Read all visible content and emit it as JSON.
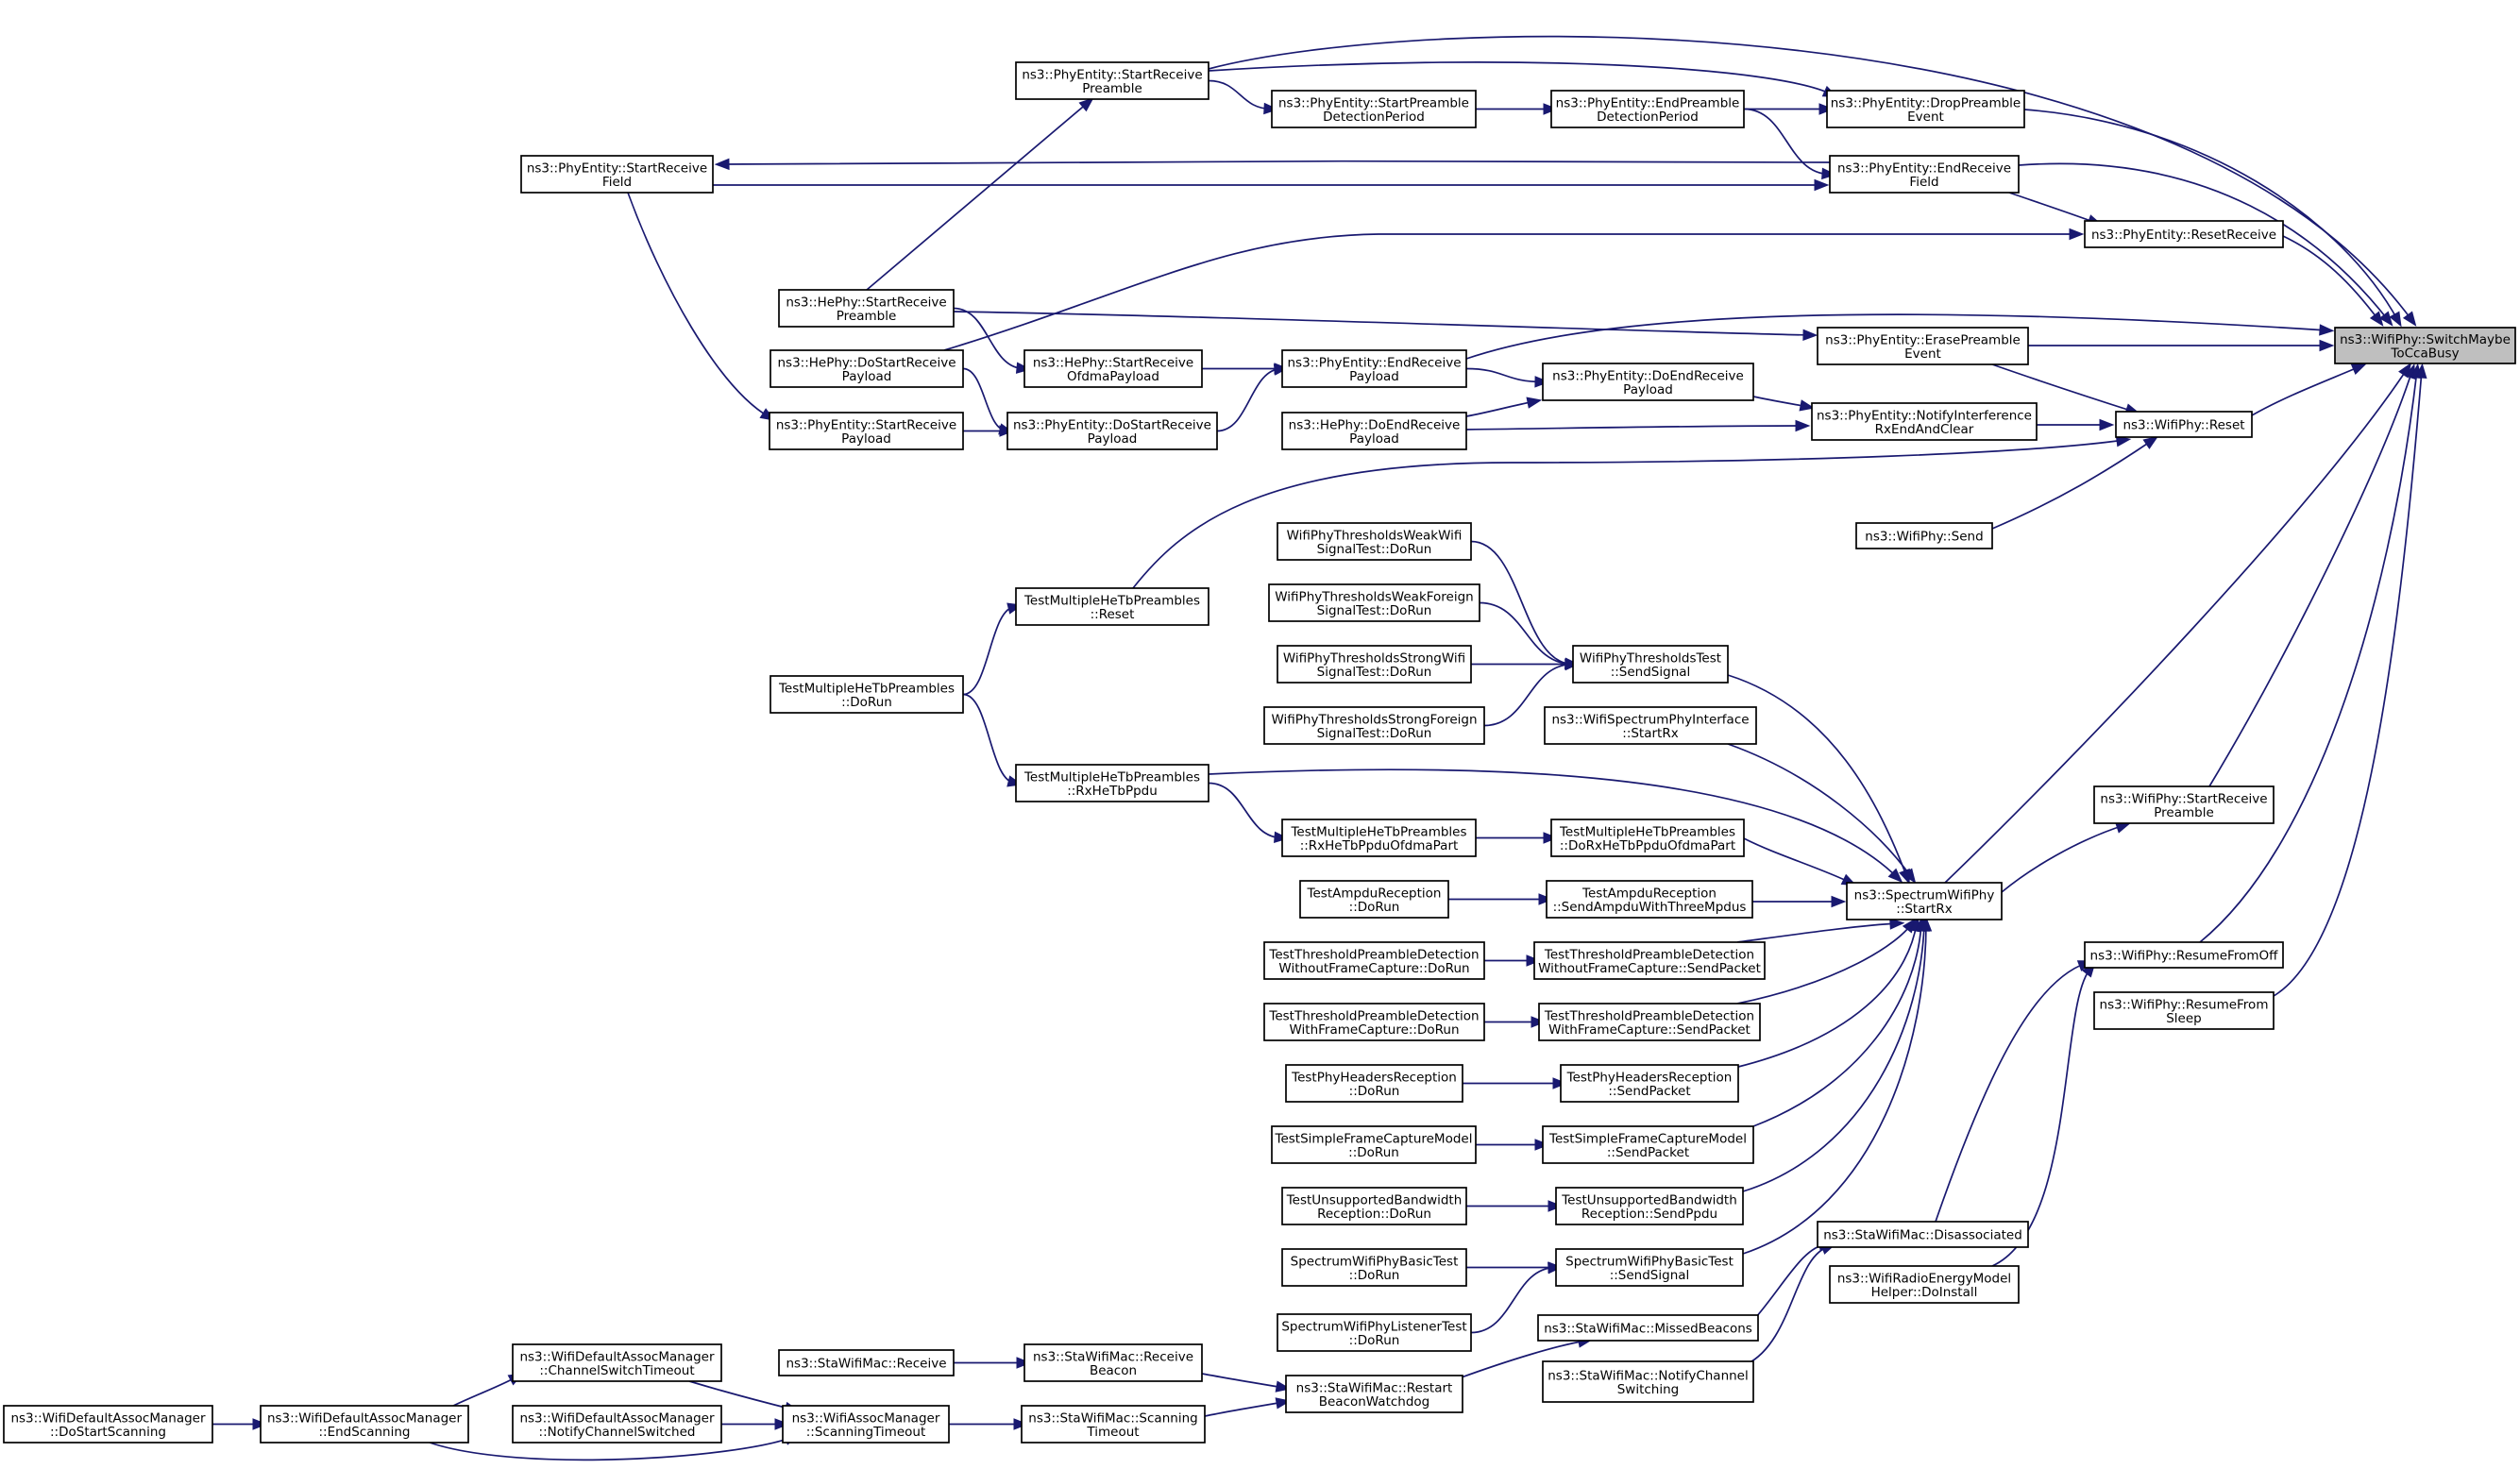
{
  "nodes": [
    {
      "id": "root",
      "lines": [
        "ns3::WifiPhy::SwitchMaybe",
        "ToCcaBusy"
      ]
    },
    {
      "id": "n_pe_startrecvpreamble",
      "lines": [
        "ns3::PhyEntity::StartReceive",
        "Preamble"
      ]
    },
    {
      "id": "n_pe_startpreambledet",
      "lines": [
        "ns3::PhyEntity::StartPreamble",
        "DetectionPeriod"
      ]
    },
    {
      "id": "n_pe_endpreambledet",
      "lines": [
        "ns3::PhyEntity::EndPreamble",
        "DetectionPeriod"
      ]
    },
    {
      "id": "n_pe_droppreamble",
      "lines": [
        "ns3::PhyEntity::DropPreamble",
        "Event"
      ]
    },
    {
      "id": "n_pe_startrecvfield",
      "lines": [
        "ns3::PhyEntity::StartReceive",
        "Field"
      ]
    },
    {
      "id": "n_pe_endrecvfield",
      "lines": [
        "ns3::PhyEntity::EndReceive",
        "Field"
      ]
    },
    {
      "id": "n_pe_resetreceive",
      "lines": [
        "ns3::PhyEntity::ResetReceive"
      ]
    },
    {
      "id": "n_he_startrecvpreamble",
      "lines": [
        "ns3::HePhy::StartReceive",
        "Preamble"
      ]
    },
    {
      "id": "n_pe_erasepreamble",
      "lines": [
        "ns3::PhyEntity::ErasePreamble",
        "Event"
      ]
    },
    {
      "id": "n_he_dostartrecvpayload",
      "lines": [
        "ns3::HePhy::DoStartReceive",
        "Payload"
      ]
    },
    {
      "id": "n_he_startrecvofdma",
      "lines": [
        "ns3::HePhy::StartReceive",
        "OfdmaPayload"
      ]
    },
    {
      "id": "n_pe_endrecvpayload",
      "lines": [
        "ns3::PhyEntity::EndReceive",
        "Payload"
      ]
    },
    {
      "id": "n_pe_doendrecvpayload",
      "lines": [
        "ns3::PhyEntity::DoEndReceive",
        "Payload"
      ]
    },
    {
      "id": "n_pe_startrecvpayload",
      "lines": [
        "ns3::PhyEntity::StartReceive",
        "Payload"
      ]
    },
    {
      "id": "n_pe_dostartrecvpayload",
      "lines": [
        "ns3::PhyEntity::DoStartReceive",
        "Payload"
      ]
    },
    {
      "id": "n_he_doendrecvpayload",
      "lines": [
        "ns3::HePhy::DoEndReceive",
        "Payload"
      ]
    },
    {
      "id": "n_pe_notifyinterference",
      "lines": [
        "ns3::PhyEntity::NotifyInterference",
        "RxEndAndClear"
      ]
    },
    {
      "id": "n_wp_reset",
      "lines": [
        "ns3::WifiPhy::Reset"
      ]
    },
    {
      "id": "n_wp_send",
      "lines": [
        "ns3::WifiPhy::Send"
      ]
    },
    {
      "id": "n_tmhp_reset",
      "lines": [
        "TestMultipleHeTbPreambles",
        "::Reset"
      ]
    },
    {
      "id": "n_tmhp_dorun",
      "lines": [
        "TestMultipleHeTbPreambles",
        "::DoRun"
      ]
    },
    {
      "id": "n_tmhp_rxhetbppdu",
      "lines": [
        "TestMultipleHeTbPreambles",
        "::RxHeTbPpdu"
      ]
    },
    {
      "id": "n_wptwws_dorun",
      "lines": [
        "WifiPhyThresholdsWeakWifi",
        "SignalTest::DoRun"
      ]
    },
    {
      "id": "n_wptwfs_dorun",
      "lines": [
        "WifiPhyThresholdsWeakForeign",
        "SignalTest::DoRun"
      ]
    },
    {
      "id": "n_wptsws_dorun",
      "lines": [
        "WifiPhyThresholdsStrongWifi",
        "SignalTest::DoRun"
      ]
    },
    {
      "id": "n_wptsfs_dorun",
      "lines": [
        "WifiPhyThresholdsStrongForeign",
        "SignalTest::DoRun"
      ]
    },
    {
      "id": "n_wpt_sendsignal",
      "lines": [
        "WifiPhyThresholdsTest",
        "::SendSignal"
      ]
    },
    {
      "id": "n_wspi_startrx",
      "lines": [
        "ns3::WifiSpectrumPhyInterface",
        "::StartRx"
      ]
    },
    {
      "id": "n_tmhp_rxofdmapart",
      "lines": [
        "TestMultipleHeTbPreambles",
        "::RxHeTbPpduOfdmaPart"
      ]
    },
    {
      "id": "n_tmhp_dorxofdmapart",
      "lines": [
        "TestMultipleHeTbPreambles",
        "::DoRxHeTbPpduOfdmaPart"
      ]
    },
    {
      "id": "n_tar_dorun",
      "lines": [
        "TestAmpduReception",
        "::DoRun"
      ]
    },
    {
      "id": "n_tar_sendampdu",
      "lines": [
        "TestAmpduReception",
        "::SendAmpduWithThreeMpdus"
      ]
    },
    {
      "id": "n_swp_startrx",
      "lines": [
        "ns3::SpectrumWifiPhy",
        "::StartRx"
      ]
    },
    {
      "id": "n_wp_startrecvpreamble",
      "lines": [
        "ns3::WifiPhy::StartReceive",
        "Preamble"
      ]
    },
    {
      "id": "n_ttpdwo_dorun",
      "lines": [
        "TestThresholdPreambleDetection",
        "WithoutFrameCapture::DoRun"
      ]
    },
    {
      "id": "n_ttpdwo_send",
      "lines": [
        "TestThresholdPreambleDetection",
        "WithoutFrameCapture::SendPacket"
      ]
    },
    {
      "id": "n_wp_resumefromoff",
      "lines": [
        "ns3::WifiPhy::ResumeFromOff"
      ]
    },
    {
      "id": "n_wp_resumefromsleep",
      "lines": [
        "ns3::WifiPhy::ResumeFrom",
        "Sleep"
      ]
    },
    {
      "id": "n_ttpdw_dorun",
      "lines": [
        "TestThresholdPreambleDetection",
        "WithFrameCapture::DoRun"
      ]
    },
    {
      "id": "n_ttpdw_send",
      "lines": [
        "TestThresholdPreambleDetection",
        "WithFrameCapture::SendPacket"
      ]
    },
    {
      "id": "n_tphr_dorun",
      "lines": [
        "TestPhyHeadersReception",
        "::DoRun"
      ]
    },
    {
      "id": "n_tphr_send",
      "lines": [
        "TestPhyHeadersReception",
        "::SendPacket"
      ]
    },
    {
      "id": "n_tsfcm_dorun",
      "lines": [
        "TestSimpleFrameCaptureModel",
        "::DoRun"
      ]
    },
    {
      "id": "n_tsfcm_send",
      "lines": [
        "TestSimpleFrameCaptureModel",
        "::SendPacket"
      ]
    },
    {
      "id": "n_tubr_dorun",
      "lines": [
        "TestUnsupportedBandwidth",
        "Reception::DoRun"
      ]
    },
    {
      "id": "n_tubr_sendppdu",
      "lines": [
        "TestUnsupportedBandwidth",
        "Reception::SendPpdu"
      ]
    },
    {
      "id": "n_swpbt_dorun",
      "lines": [
        "SpectrumWifiPhyBasicTest",
        "::DoRun"
      ]
    },
    {
      "id": "n_swpbt_sendsignal",
      "lines": [
        "SpectrumWifiPhyBasicTest",
        "::SendSignal"
      ]
    },
    {
      "id": "n_swplt_dorun",
      "lines": [
        "SpectrumWifiPhyListenerTest",
        "::DoRun"
      ]
    },
    {
      "id": "n_swm_disassociated",
      "lines": [
        "ns3::StaWifiMac::Disassociated"
      ]
    },
    {
      "id": "n_wrem_doinstall",
      "lines": [
        "ns3::WifiRadioEnergyModel",
        "Helper::DoInstall"
      ]
    },
    {
      "id": "n_swm_missedbeacons",
      "lines": [
        "ns3::StaWifiMac::MissedBeacons"
      ]
    },
    {
      "id": "n_swm_notifychannel",
      "lines": [
        "ns3::StaWifiMac::NotifyChannel",
        "Switching"
      ]
    },
    {
      "id": "n_swm_receive",
      "lines": [
        "ns3::StaWifiMac::Receive"
      ]
    },
    {
      "id": "n_swm_receivebeacon",
      "lines": [
        "ns3::StaWifiMac::Receive",
        "Beacon"
      ]
    },
    {
      "id": "n_swm_restartbeacon",
      "lines": [
        "ns3::StaWifiMac::Restart",
        "BeaconWatchdog"
      ]
    },
    {
      "id": "n_wdam_chswitchtimeout",
      "lines": [
        "ns3::WifiDefaultAssocManager",
        "::ChannelSwitchTimeout"
      ]
    },
    {
      "id": "n_wdam_notifychswitched",
      "lines": [
        "ns3::WifiDefaultAssocManager",
        "::NotifyChannelSwitched"
      ]
    },
    {
      "id": "n_wam_scanningtimeout",
      "lines": [
        "ns3::WifiAssocManager",
        "::ScanningTimeout"
      ]
    },
    {
      "id": "n_swm_scanningtimeout",
      "lines": [
        "ns3::StaWifiMac::Scanning",
        "Timeout"
      ]
    },
    {
      "id": "n_wdam_dostartscanning",
      "lines": [
        "ns3::WifiDefaultAssocManager",
        "::DoStartScanning"
      ]
    },
    {
      "id": "n_wdam_endscanning",
      "lines": [
        "ns3::WifiDefaultAssocManager",
        "::EndScanning"
      ]
    }
  ],
  "edges": [
    [
      "n_pe_startrecvpreamble",
      "root"
    ],
    [
      "n_pe_startrecvpreamble",
      "n_pe_droppreamble"
    ],
    [
      "n_pe_startrecvpreamble",
      "n_pe_startpreambledet"
    ],
    [
      "n_pe_startpreambledet",
      "n_pe_endpreambledet"
    ],
    [
      "n_pe_endpreambledet",
      "n_pe_droppreamble"
    ],
    [
      "n_pe_endpreambledet",
      "n_pe_endrecvfield"
    ],
    [
      "n_pe_droppreamble",
      "root"
    ],
    [
      "n_pe_endrecvfield",
      "root"
    ],
    [
      "n_pe_endrecvfield",
      "n_pe_startrecvfield"
    ],
    [
      "n_pe_startrecvfield",
      "n_pe_endrecvfield"
    ],
    [
      "n_pe_endrecvfield",
      "n_pe_resetreceive"
    ],
    [
      "n_pe_resetreceive",
      "root"
    ],
    [
      "n_he_startrecvpreamble",
      "n_pe_startrecvpreamble"
    ],
    [
      "n_he_startrecvpreamble",
      "n_pe_erasepreamble"
    ],
    [
      "n_he_startrecvpreamble",
      "n_he_startrecvofdma"
    ],
    [
      "n_pe_erasepreamble",
      "root"
    ],
    [
      "n_he_dostartrecvpayload",
      "n_pe_resetreceive"
    ],
    [
      "n_pe_startrecvfield",
      "n_pe_startrecvpayload"
    ],
    [
      "n_pe_endrecvpayload",
      "root"
    ],
    [
      "n_he_startrecvofdma",
      "n_pe_endrecvpayload"
    ],
    [
      "n_he_dostartrecvpayload",
      "n_pe_dostartrecvpayload"
    ],
    [
      "n_pe_dostartrecvpayload",
      "n_pe_endrecvpayload"
    ],
    [
      "n_pe_endrecvpayload",
      "n_pe_doendrecvpayload"
    ],
    [
      "n_he_doendrecvpayload",
      "n_pe_doendrecvpayload"
    ],
    [
      "n_pe_doendrecvpayload",
      "n_pe_notifyinterference"
    ],
    [
      "n_pe_startrecvpayload",
      "n_pe_dostartrecvpayload"
    ],
    [
      "n_he_doendrecvpayload",
      "n_pe_notifyinterference"
    ],
    [
      "n_pe_notifyinterference",
      "n_wp_reset"
    ],
    [
      "n_pe_erasepreamble",
      "n_wp_reset"
    ],
    [
      "n_wp_reset",
      "root"
    ],
    [
      "n_wp_send",
      "n_wp_reset"
    ],
    [
      "n_tmhp_reset",
      "n_wp_reset"
    ],
    [
      "n_tmhp_dorun",
      "n_tmhp_reset"
    ],
    [
      "n_tmhp_dorun",
      "n_tmhp_rxhetbppdu"
    ],
    [
      "n_tmhp_rxhetbppdu",
      "n_swp_startrx"
    ],
    [
      "n_wptwws_dorun",
      "n_wpt_sendsignal"
    ],
    [
      "n_wptwfs_dorun",
      "n_wpt_sendsignal"
    ],
    [
      "n_wptsws_dorun",
      "n_wpt_sendsignal"
    ],
    [
      "n_wptsfs_dorun",
      "n_wpt_sendsignal"
    ],
    [
      "n_wpt_sendsignal",
      "n_swp_startrx"
    ],
    [
      "n_wspi_startrx",
      "n_swp_startrx"
    ],
    [
      "n_tmhp_rxhetbppdu",
      "n_tmhp_rxofdmapart"
    ],
    [
      "n_tmhp_rxofdmapart",
      "n_tmhp_dorxofdmapart"
    ],
    [
      "n_tmhp_dorxofdmapart",
      "n_swp_startrx"
    ],
    [
      "n_tar_dorun",
      "n_tar_sendampdu"
    ],
    [
      "n_tar_sendampdu",
      "n_swp_startrx"
    ],
    [
      "n_swp_startrx",
      "root"
    ],
    [
      "n_swp_startrx",
      "n_wp_startrecvpreamble"
    ],
    [
      "n_wp_startrecvpreamble",
      "root"
    ],
    [
      "n_ttpdwo_dorun",
      "n_ttpdwo_send"
    ],
    [
      "n_ttpdwo_send",
      "n_swp_startrx"
    ],
    [
      "n_ttpdw_dorun",
      "n_ttpdw_send"
    ],
    [
      "n_ttpdw_send",
      "n_swp_startrx"
    ],
    [
      "n_tphr_dorun",
      "n_tphr_send"
    ],
    [
      "n_tphr_send",
      "n_swp_startrx"
    ],
    [
      "n_tsfcm_dorun",
      "n_tsfcm_send"
    ],
    [
      "n_tsfcm_send",
      "n_swp_startrx"
    ],
    [
      "n_tubr_dorun",
      "n_tubr_sendppdu"
    ],
    [
      "n_tubr_sendppdu",
      "n_swp_startrx"
    ],
    [
      "n_swpbt_dorun",
      "n_swpbt_sendsignal"
    ],
    [
      "n_swplt_dorun",
      "n_swpbt_sendsignal"
    ],
    [
      "n_swpbt_sendsignal",
      "n_swp_startrx"
    ],
    [
      "n_wp_resumefromoff",
      "root"
    ],
    [
      "n_wp_resumefromsleep",
      "root"
    ],
    [
      "n_swm_disassociated",
      "n_wp_resumefromoff"
    ],
    [
      "n_wrem_doinstall",
      "n_wp_resumefromoff"
    ],
    [
      "n_swm_missedbeacons",
      "n_swm_disassociated"
    ],
    [
      "n_swm_notifychannel",
      "n_swm_disassociated"
    ],
    [
      "n_swm_restartbeacon",
      "n_swm_missedbeacons"
    ],
    [
      "n_swm_receive",
      "n_swm_receivebeacon"
    ],
    [
      "n_swm_receivebeacon",
      "n_swm_restartbeacon"
    ],
    [
      "n_swm_scanningtimeout",
      "n_swm_restartbeacon"
    ],
    [
      "n_wam_scanningtimeout",
      "n_swm_scanningtimeout"
    ],
    [
      "n_wdam_chswitchtimeout",
      "n_wam_scanningtimeout"
    ],
    [
      "n_wdam_notifychswitched",
      "n_wam_scanningtimeout"
    ],
    [
      "n_wdam_endscanning",
      "n_wdam_chswitchtimeout"
    ],
    [
      "n_wdam_endscanning",
      "n_wam_scanningtimeout"
    ],
    [
      "n_wdam_dostartscanning",
      "n_wdam_endscanning"
    ]
  ]
}
